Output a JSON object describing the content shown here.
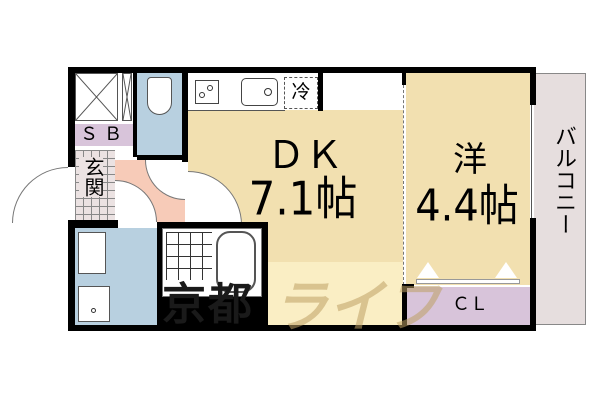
{
  "floorplan": {
    "rooms": {
      "dk": {
        "name": "ＤＫ",
        "size": "7.1帖"
      },
      "western": {
        "name": "洋",
        "size": "4.4帖"
      },
      "balcony": {
        "name": "バルコニー"
      },
      "closet": {
        "name": "ＣＬ"
      },
      "shoe_box": {
        "name": "ＳＢ"
      },
      "entrance": {
        "name": "玄関"
      },
      "refrigerator": {
        "name": "冷"
      }
    },
    "watermark": {
      "left": "京都",
      "right": "ライフ"
    },
    "colors": {
      "wall": "#000000",
      "dk_floor": "#f2e0b0",
      "western_floor": "#f2e0b0",
      "wet_area": "#b8d0e0",
      "closet": "#d8c4da",
      "balcony": "#e6dede",
      "hall": "#f7cbb8",
      "entrance": "#ebe2e2"
    }
  }
}
